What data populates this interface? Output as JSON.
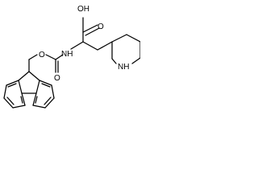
{
  "molecule": {
    "atom_labels": {
      "hydroxyl": "OH",
      "carbonyl_oxygen_acid": "O",
      "amide_nitrogen": "NH",
      "carbamate_oxygen": "O",
      "carbamate_carbonyl_oxygen": "O",
      "ring_nitrogen": "NH"
    }
  }
}
